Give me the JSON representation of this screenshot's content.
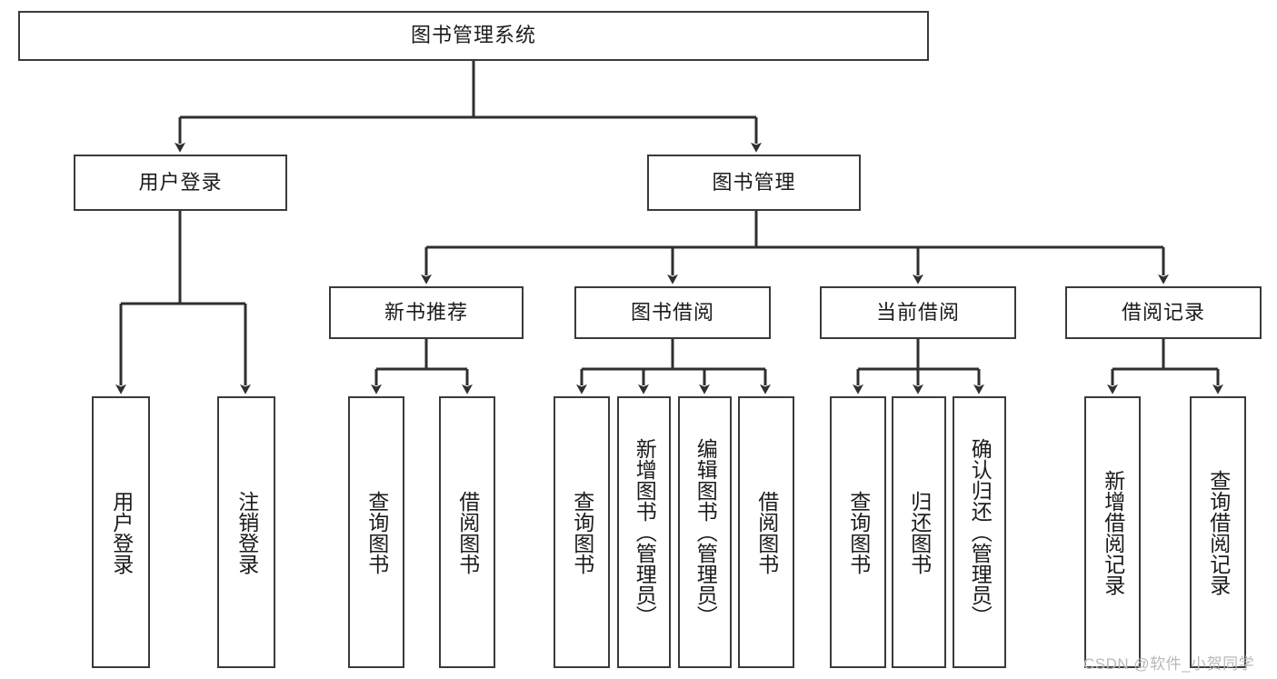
{
  "diagram": {
    "title": "图书管理系统",
    "type": "functional-structure-tree",
    "root": {
      "label": "图书管理系统"
    },
    "level2": [
      {
        "label": "用户登录"
      },
      {
        "label": "图书管理"
      }
    ],
    "level3": [
      {
        "label": "新书推荐"
      },
      {
        "label": "图书借阅"
      },
      {
        "label": "当前借阅"
      },
      {
        "label": "借阅记录"
      }
    ],
    "leaves": {
      "user_login": [
        {
          "label": "用户登录"
        },
        {
          "label": "注销登录"
        }
      ],
      "new_book_recommend": [
        {
          "label": "查询图书"
        },
        {
          "label": "借阅图书"
        }
      ],
      "book_borrow": [
        {
          "label": "查询图书"
        },
        {
          "label": "新增图书（管理员）"
        },
        {
          "label": "编辑图书（管理员）"
        },
        {
          "label": "借阅图书"
        }
      ],
      "current_borrow": [
        {
          "label": "查询图书"
        },
        {
          "label": "归还图书"
        },
        {
          "label": "确认归还（管理员）"
        }
      ],
      "borrow_record": [
        {
          "label": "新增借阅记录"
        },
        {
          "label": "查询借阅记录"
        }
      ]
    }
  },
  "watermark": {
    "text": "CSDN @软件_小贺同学"
  },
  "colors": {
    "stroke": "#3a3a3a",
    "fill": "#ffffff",
    "text": "#1b1b1b",
    "watermark": "#b9b9b9"
  }
}
